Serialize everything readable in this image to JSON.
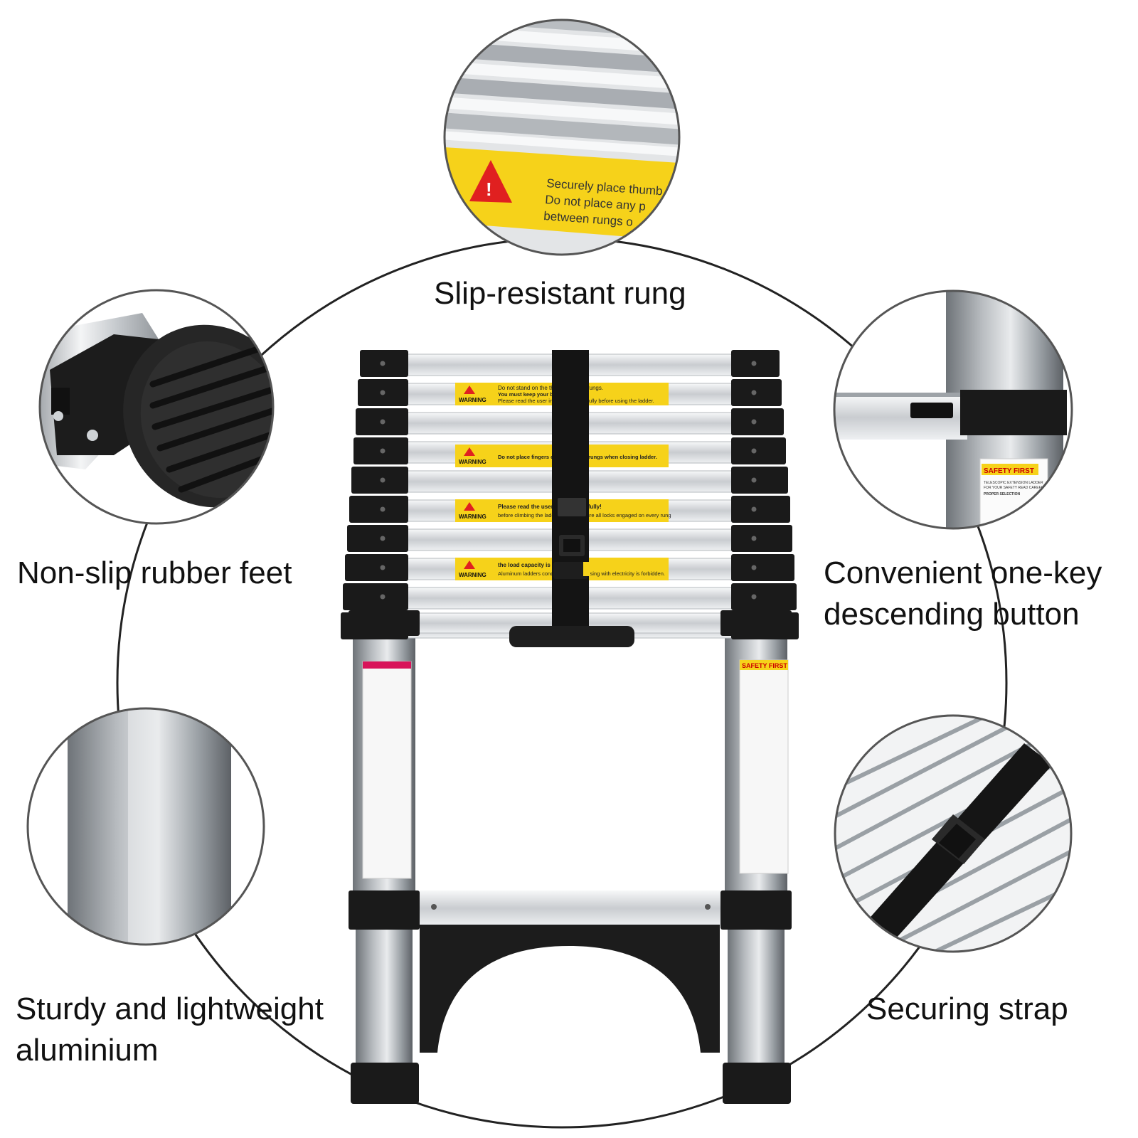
{
  "features": {
    "rung": {
      "label": "Slip-resistant rung"
    },
    "feet": {
      "label": "Non-slip rubber feet"
    },
    "button": {
      "line1": "Convenient one-key",
      "line2": "descending button"
    },
    "aluminium": {
      "line1": "Sturdy and lightweight",
      "line2": "aluminium"
    },
    "strap": {
      "label": "Securing  strap"
    }
  },
  "rung_sticker": {
    "line1": "Securely place thumb",
    "line2": "Do not place any p",
    "line3": "between rungs o"
  },
  "ladder_stickers": {
    "warning": "WARNING",
    "s1_top": "Do not stand on the three top-most rungs.",
    "s1_mid": "You must keep your balance.",
    "s1_bot": "Please read the user instructions carefully before using the ladder.",
    "s2": "Do not place fingers on or between rungs when closing ladder.",
    "s3_top": "Please read the user manual carefully!",
    "s3_bot": "before climbing the ladder please ensure all locks engaged on every rung",
    "s4_top": "the load capacity is 150 KG",
    "s4_bot": "Aluminum ladders conduct electricity, using with electricity is forbidden."
  },
  "safety": {
    "title": "SAFETY FIRST",
    "subtitle": "TELESCOPIC EXTENSION LADDER",
    "subtitle2": "FOR YOUR SAFETY READ CAREFULLY",
    "section": "PROPER SELECTION"
  },
  "colors": {
    "aluminium": "#d8dbde",
    "black_plastic": "#1a1a1a",
    "warning_yellow": "#f6d21a",
    "warning_red": "#e02020",
    "circle_line": "#222222"
  }
}
